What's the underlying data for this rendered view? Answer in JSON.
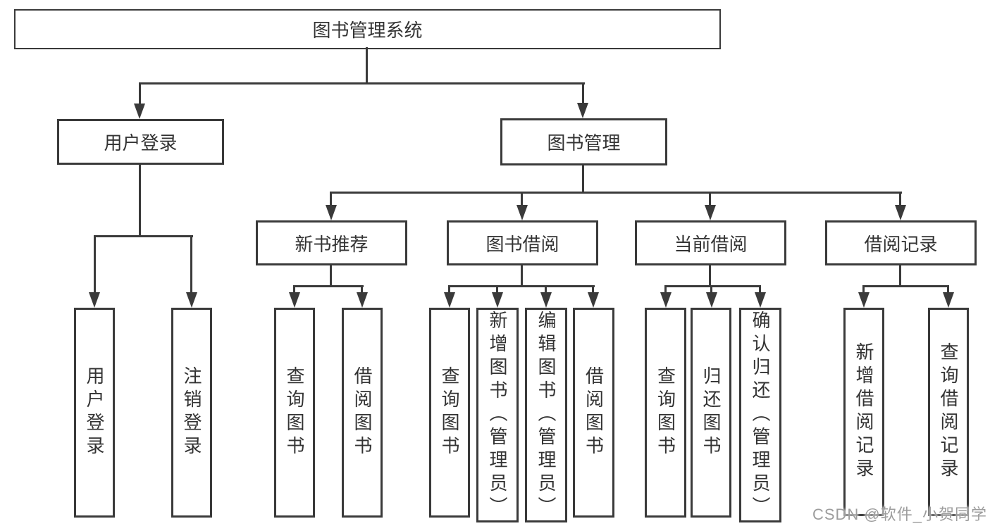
{
  "colors": {
    "background": "#ffffff",
    "line": "#3a3a3a",
    "box_border": "#3a3a3a",
    "box_fill": "#ffffff",
    "text": "#333333",
    "watermark_text": "#9d9d9d"
  },
  "diagram": {
    "root": {
      "label": "图书管理系统"
    },
    "branches": [
      {
        "label": "用户登录",
        "children": [
          {
            "label": "用户登录"
          },
          {
            "label": "注销登录"
          }
        ]
      },
      {
        "label": "图书管理",
        "children": [
          {
            "label": "新书推荐",
            "children": [
              {
                "label": "查询图书"
              },
              {
                "label": "借阅图书"
              }
            ]
          },
          {
            "label": "图书借阅",
            "children": [
              {
                "label": "查询图书"
              },
              {
                "label": "新增图书（管理员）"
              },
              {
                "label": "编辑图书（管理员）"
              },
              {
                "label": "借阅图书"
              }
            ]
          },
          {
            "label": "当前借阅",
            "children": [
              {
                "label": "查询图书"
              },
              {
                "label": "归还图书"
              },
              {
                "label": "确认归还（管理员）"
              }
            ]
          },
          {
            "label": "借阅记录",
            "children": [
              {
                "label": "新增借阅记录"
              },
              {
                "label": "查询借阅记录"
              }
            ]
          }
        ]
      }
    ]
  },
  "watermark": {
    "text": "CSDN @软件_小贺同学"
  }
}
